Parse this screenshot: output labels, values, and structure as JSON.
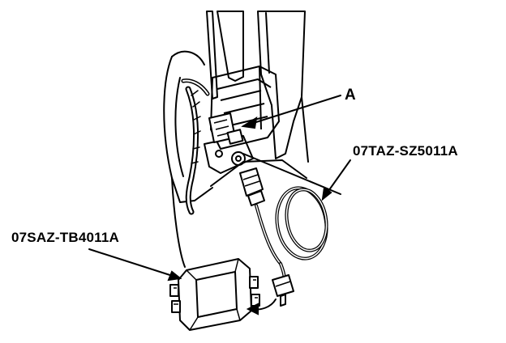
{
  "callouts": {
    "connector_label": "A",
    "adapter_cable_part": "07TAZ-SZ5011A",
    "test_box_part": "07SAZ-TB4011A"
  },
  "colors": {
    "line": "#000000",
    "background": "#ffffff"
  }
}
